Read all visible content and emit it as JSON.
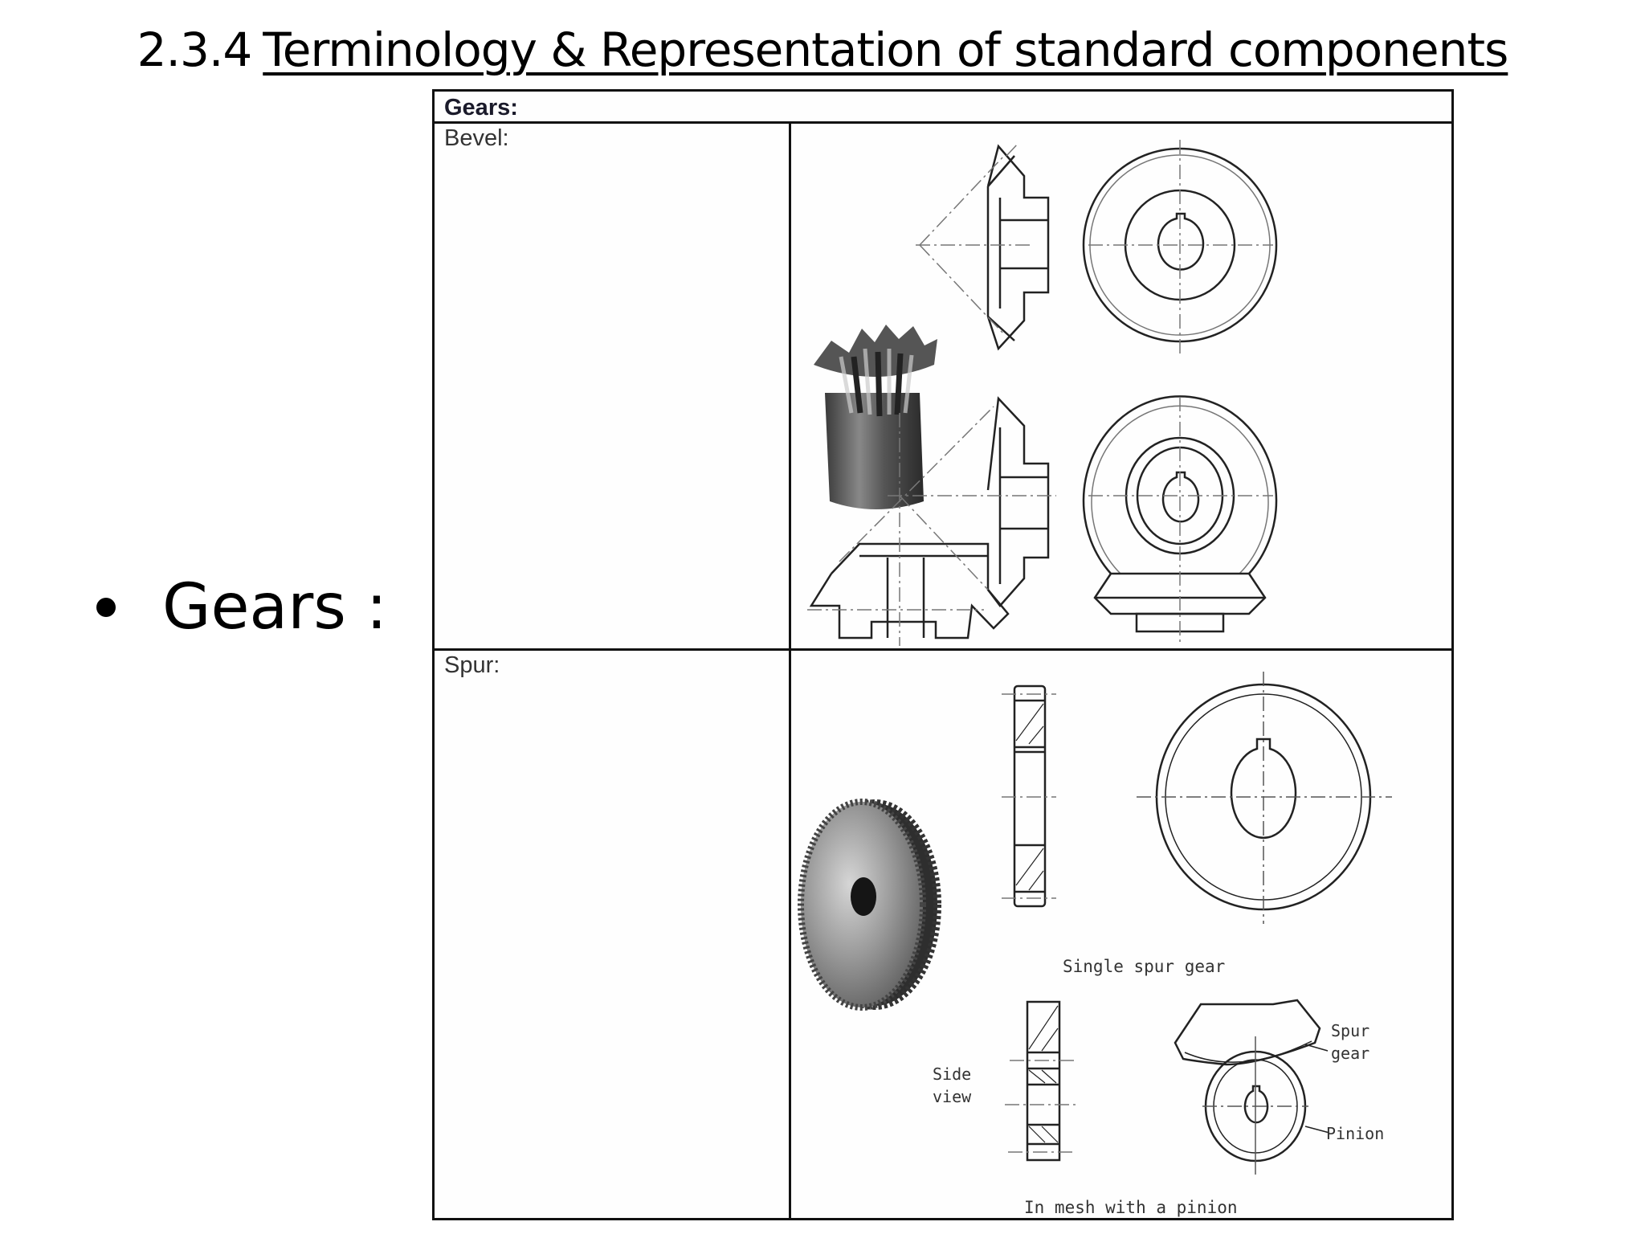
{
  "slide": {
    "title_number": "2.3.4",
    "title_text": "Terminology & Representation of standard components",
    "bullet": "Gears :"
  },
  "table": {
    "header": "Gears:",
    "rows": [
      {
        "label": "Bevel:",
        "figures": [
          "bevel-gear-photo",
          "bevel-gear-section-view",
          "bevel-gear-end-view",
          "bevel-gear-pair-section-view",
          "bevel-gear-pair-end-view"
        ]
      },
      {
        "label": "Spur:",
        "figures": [
          "spur-gear-photo",
          "spur-gear-section-view",
          "spur-gear-end-view",
          "spur-gear-side-view",
          "spur-gear-pinion-mesh-view"
        ],
        "captions": {
          "single": "Single spur gear",
          "side_view_line1": "Side",
          "side_view_line2": "view",
          "spur_gear_line1": "Spur",
          "spur_gear_line2": "gear",
          "pinion": "Pinion",
          "mesh": "In mesh with a pinion"
        }
      }
    ]
  }
}
